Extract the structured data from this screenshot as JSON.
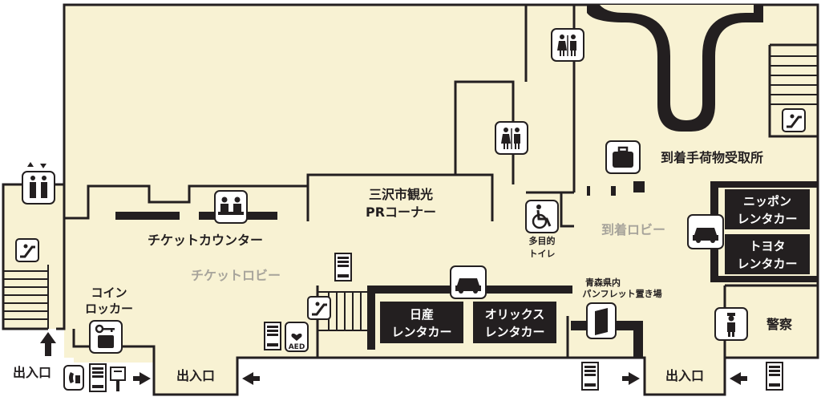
{
  "colors": {
    "floor": "#f8f2d3",
    "wall": "#231f20",
    "grey_text": "#a7a49b",
    "icon_bg": "#ffffff"
  },
  "areas": {
    "ticket_lobby": "チケットロビー",
    "arrival_lobby": "到着ロビー"
  },
  "facilities": {
    "ticket_counter": "チケットカウンター",
    "coin_locker_line1": "コイン",
    "coin_locker_line2": "ロッカー",
    "misawa_pr_line1": "三沢市観光",
    "misawa_pr_line2": "PRコーナー",
    "baggage_claim": "到着手荷物受取所",
    "multipurpose_toilet_line1": "多目的",
    "multipurpose_toilet_line2": "トイレ",
    "pamphlet_line1": "青森県内",
    "pamphlet_line2": "パンフレット置き場",
    "police": "警察",
    "aed": "AED"
  },
  "rental_cars": {
    "nissan_line1": "日産",
    "nissan_line2": "レンタカー",
    "orix_line1": "オリックス",
    "orix_line2": "レンタカー",
    "nippon_line1": "ニッポン",
    "nippon_line2": "レンタカー",
    "toyota_line1": "トヨタ",
    "toyota_line2": "レンタカー"
  },
  "entrances": {
    "left": "出入口",
    "center": "出入口",
    "right": "出入口"
  },
  "icons": [
    "restroom-icon",
    "elevator-icon",
    "escalator-icon",
    "information-desk-icon",
    "coin-locker-icon",
    "car-icon",
    "vending-machine-icon",
    "aed-icon",
    "wheelchair-icon",
    "baggage-icon",
    "pamphlet-icon",
    "police-icon",
    "mailbox-icon",
    "payphone-icon",
    "arrow-icon"
  ]
}
